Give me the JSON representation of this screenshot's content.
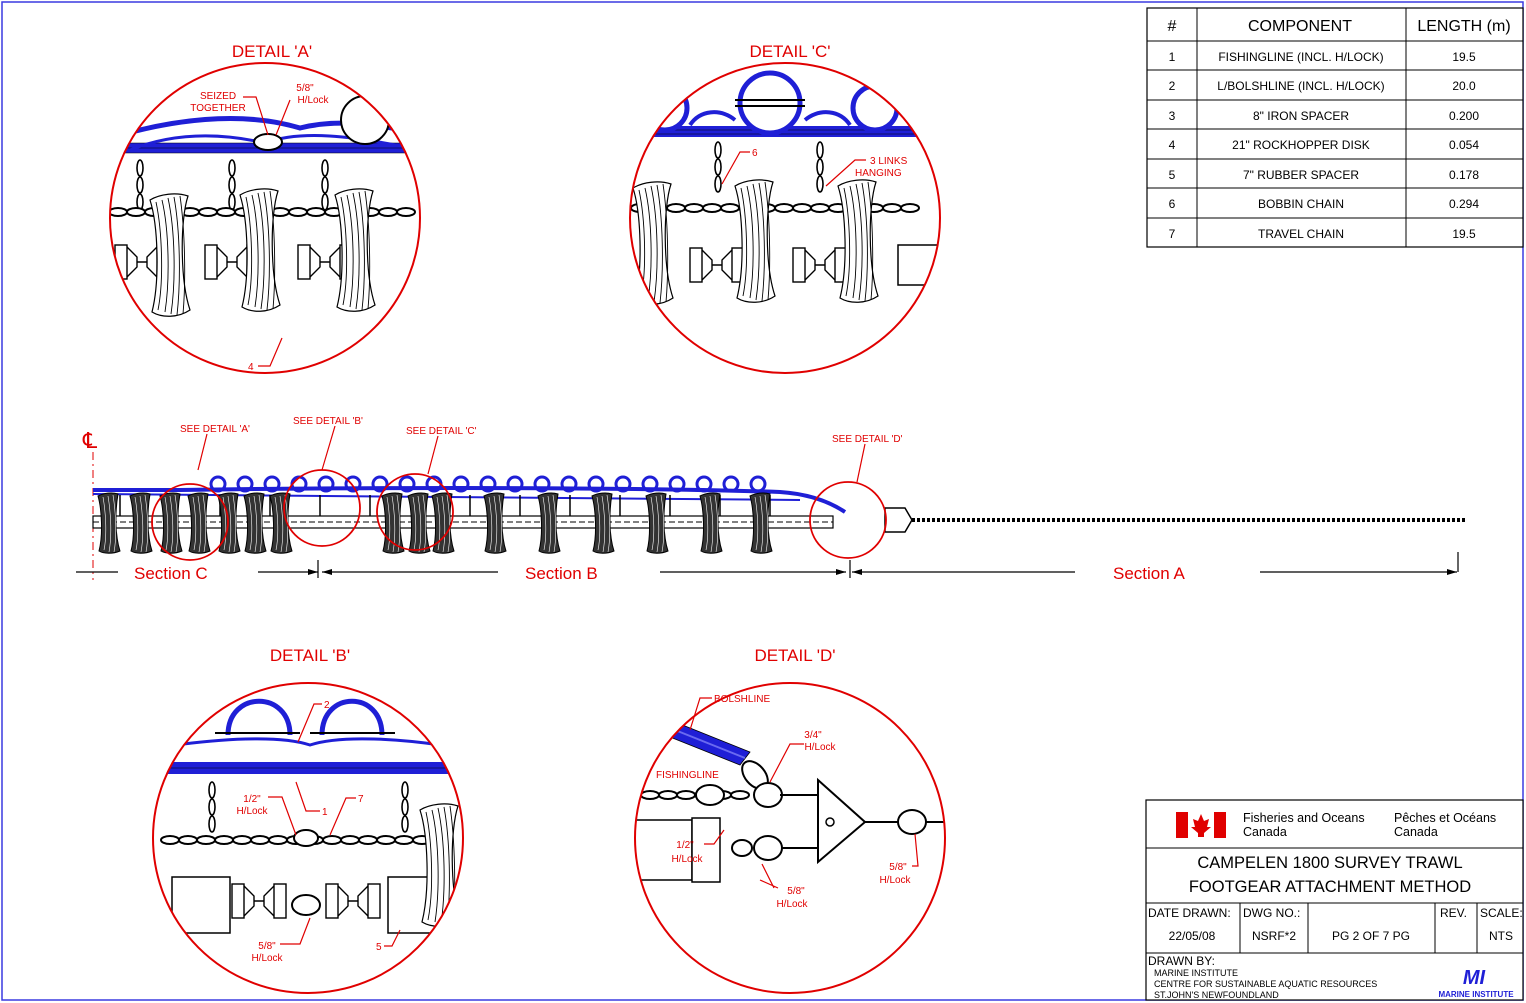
{
  "details": {
    "a": {
      "title": "DETAIL 'A'",
      "note_seized_1": "SEIZED",
      "note_seized_2": "TOGETHER",
      "note_hlock_1": "5/8\"",
      "note_hlock_2": "H/Lock",
      "callout": "4"
    },
    "b": {
      "title": "DETAIL 'B'",
      "callout_2": "2",
      "callout_1": "1",
      "callout_7": "7",
      "callout_5": "5",
      "note_half_1": "1/2\"",
      "note_half_2": "H/Lock",
      "note_58_1": "5/8\"",
      "note_58_2": "H/Lock"
    },
    "c": {
      "title": "DETAIL 'C'",
      "callout_6": "6",
      "note_links_1": "3 LINKS",
      "note_links_2": "HANGING"
    },
    "d": {
      "title": "DETAIL 'D'",
      "bolshline": "BOLSHLINE",
      "fishingline": "FISHINGLINE",
      "note_34_1": "3/4\"",
      "note_34_2": "H/Lock",
      "note_12_1": "1/2\"",
      "note_12_2": "H/Lock",
      "note_58a_1": "5/8\"",
      "note_58a_2": "H/Lock",
      "note_58b_1": "5/8\"",
      "note_58b_2": "H/Lock"
    }
  },
  "elevation": {
    "centerline": "℄",
    "see_a": "SEE DETAIL 'A'",
    "see_b": "SEE DETAIL 'B'",
    "see_c": "SEE DETAIL 'C'",
    "see_d": "SEE DETAIL 'D'",
    "section_c": "Section C",
    "section_b": "Section B",
    "section_a": "Section A"
  },
  "component_table": {
    "headers": [
      "#",
      "COMPONENT",
      "LENGTH (m)"
    ],
    "rows": [
      {
        "num": "1",
        "component": "FISHINGLINE (INCL. H/LOCK)",
        "length": "19.5"
      },
      {
        "num": "2",
        "component": "L/BOLSHLINE (INCL. H/LOCK)",
        "length": "20.0"
      },
      {
        "num": "3",
        "component": "8\" IRON SPACER",
        "length": "0.200"
      },
      {
        "num": "4",
        "component": "21\" ROCKHOPPER DISK",
        "length": "0.054"
      },
      {
        "num": "5",
        "component": "7\" RUBBER SPACER",
        "length": "0.178"
      },
      {
        "num": "6",
        "component": "BOBBIN CHAIN",
        "length": "0.294"
      },
      {
        "num": "7",
        "component": "TRAVEL CHAIN",
        "length": "19.5"
      }
    ]
  },
  "title_block": {
    "agency_en_1": "Fisheries and Oceans",
    "agency_en_2": "Canada",
    "agency_fr_1": "Pêches et Océans",
    "agency_fr_2": "Canada",
    "title_1": "CAMPELEN 1800 SURVEY TRAWL",
    "title_2": "FOOTGEAR ATTACHMENT METHOD",
    "date_label": "DATE DRAWN:",
    "date_value": "22/05/08",
    "dwg_label": "DWG NO.:",
    "dwg_value": "NSRF*2",
    "page_value": "PG 2 OF 7 PG",
    "rev_label": "REV.",
    "scale_label": "SCALE:",
    "scale_value": "NTS",
    "drawn_by_label": "DRAWN BY:",
    "drawn_by_1": "MARINE INSTITUTE",
    "drawn_by_2": "CENTRE FOR SUSTAINABLE AQUATIC RESOURCES",
    "drawn_by_3": "ST.JOHN'S NEWFOUNDLAND",
    "logo_text": "MARINE INSTITUTE",
    "logo_mark": "MI"
  },
  "colors": {
    "annotation": "#e00000",
    "rope": "#1f1fd6",
    "line": "#000000",
    "border": "#3a3ae0"
  }
}
